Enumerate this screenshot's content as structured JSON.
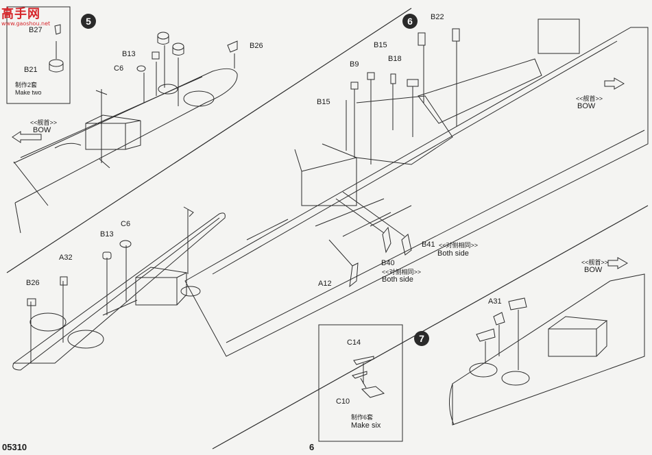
{
  "logo": {
    "brand": "高手网",
    "url": "www.gaoshou.net"
  },
  "steps": {
    "s5": "5",
    "s6": "6",
    "s7": "7"
  },
  "inset_top": {
    "part_a": "B27",
    "part_b": "B21",
    "note_cn": "制作2套",
    "note_en": "Make two"
  },
  "step5_upper": {
    "b13": "B13",
    "c6": "C6",
    "b26": "B26",
    "bow_cn": "<<舰首>>",
    "bow_en": "BOW"
  },
  "step5_lower": {
    "b13": "B13",
    "c6": "C6",
    "a32": "A32",
    "b26": "B26"
  },
  "step6": {
    "b22": "B22",
    "b15a": "B15",
    "b9": "B9",
    "b18": "B18",
    "b15b": "B15",
    "b41": "B41",
    "b41_cn": "<<对侧相同>>",
    "b41_en": "Both side",
    "b40": "B40",
    "b40_cn": "<<对侧相同>>",
    "b40_en": "Both side",
    "a12": "A12",
    "bow_cn": "<<舰首>>",
    "bow_en": "BOW"
  },
  "inset_bottom": {
    "c14": "C14",
    "c10": "C10",
    "note_cn": "制作6套",
    "note_en": "Make six"
  },
  "step7": {
    "a31": "A31",
    "bow_cn": "<<舰首>>",
    "bow_en": "BOW"
  },
  "footer": {
    "code": "05310",
    "page": "6"
  }
}
